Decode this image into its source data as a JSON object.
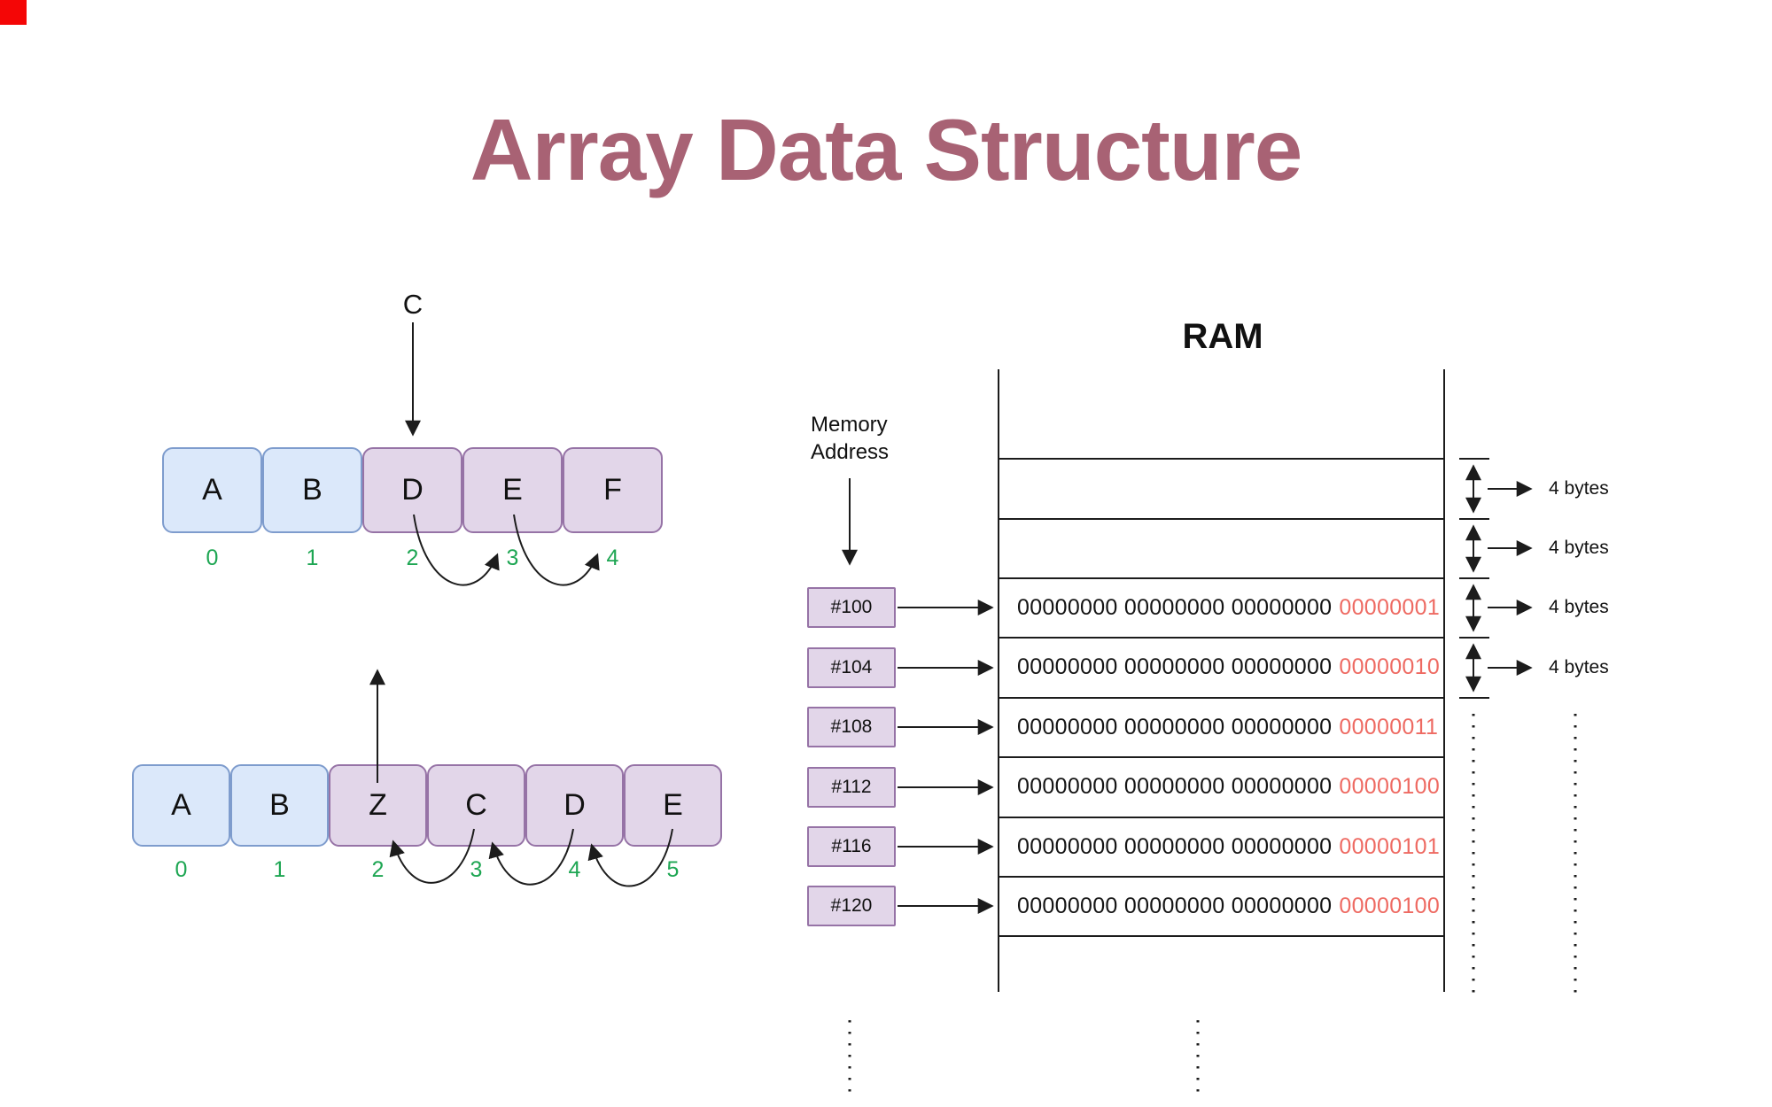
{
  "title": {
    "text": "Array Data Structure"
  },
  "colors": {
    "title_text": "#a86274",
    "blue_cell_fill": "#dbe8fa",
    "blue_cell_border": "#7e9ccd",
    "purple_cell_fill": "#e2d6e9",
    "purple_cell_border": "#9673a6",
    "index_green": "#1ea653",
    "binary_red": "#ee6a62",
    "line_black": "#1c1c1c",
    "corner_marker_red": "#f40606"
  },
  "insertion_diagram": {
    "pointer_label": "C",
    "cells": [
      {
        "letter": "A",
        "index": "0",
        "variant": "blue"
      },
      {
        "letter": "B",
        "index": "1",
        "variant": "blue"
      },
      {
        "letter": "D",
        "index": "2",
        "variant": "purple"
      },
      {
        "letter": "E",
        "index": "3",
        "variant": "purple"
      },
      {
        "letter": "F",
        "index": "4",
        "variant": "purple"
      }
    ]
  },
  "deletion_diagram": {
    "cells": [
      {
        "letter": "A",
        "index": "0",
        "variant": "blue"
      },
      {
        "letter": "B",
        "index": "1",
        "variant": "blue"
      },
      {
        "letter": "Z",
        "index": "2",
        "variant": "purple"
      },
      {
        "letter": "C",
        "index": "3",
        "variant": "purple"
      },
      {
        "letter": "D",
        "index": "4",
        "variant": "purple"
      },
      {
        "letter": "E",
        "index": "5",
        "variant": "purple"
      }
    ]
  },
  "ram_diagram": {
    "title": "RAM",
    "memory_address_label": {
      "line1": "Memory",
      "line2": "Address"
    },
    "rows": [
      {
        "address": "#100",
        "bits": "00000000 00000000 00000000",
        "last_byte": "00000001"
      },
      {
        "address": "#104",
        "bits": "00000000 00000000 00000000",
        "last_byte": "00000010"
      },
      {
        "address": "#108",
        "bits": "00000000 00000000 00000000",
        "last_byte": "00000011"
      },
      {
        "address": "#112",
        "bits": "00000000 00000000 00000000",
        "last_byte": "00000100"
      },
      {
        "address": "#116",
        "bits": "00000000 00000000 00000000",
        "last_byte": "00000101"
      },
      {
        "address": "#120",
        "bits": "00000000 00000000 00000000",
        "last_byte": "00000100"
      }
    ],
    "size_labels": [
      "4 bytes",
      "4 bytes",
      "4 bytes",
      "4 bytes"
    ]
  }
}
